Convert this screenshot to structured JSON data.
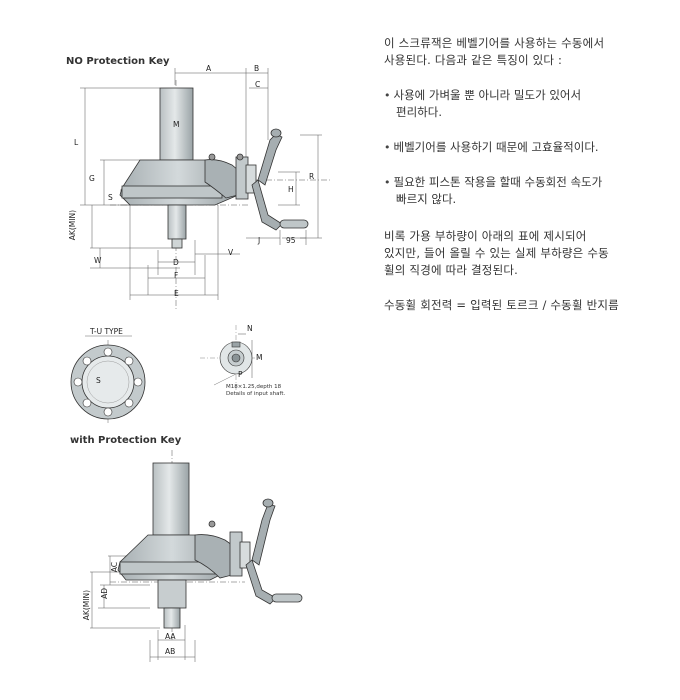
{
  "diagram_top": {
    "heading": "NO Protection Key",
    "labels": {
      "A": "A",
      "B": "B",
      "C": "C",
      "M": "M",
      "L": "L",
      "G": "G",
      "S": "S",
      "H": "H",
      "R": "R",
      "AK": "AK(MIN)",
      "W": "W",
      "J": "J",
      "d95": "95",
      "D": "D",
      "V": "V",
      "F": "F",
      "E": "E"
    }
  },
  "tu_type": {
    "label": "T-U TYPE",
    "s_label": "S"
  },
  "shaft_detail": {
    "labels": {
      "N": "N",
      "M": "M",
      "P": "P"
    },
    "note_line1": "M18×1.25,depth 18",
    "note_line2": "Details of input shaft."
  },
  "diagram_bottom": {
    "heading": "with Protection Key",
    "labels": {
      "AC": "AC",
      "AK": "AK(MIN)",
      "AD": "AD",
      "AA": "AA",
      "AB": "AB"
    }
  },
  "text": {
    "intro_line1": "이 스크류잭은 베벨기어를 사용하는 수동에서",
    "intro_line2": "사용된다. 다음과 같은 특징이 있다 :",
    "bullets": [
      {
        "line1": "사용에 가벼울 뿐 아니라 밀도가 있어서",
        "line2": "편리하다."
      },
      {
        "line1": "베벨기어를 사용하기 때문에 고효율적이다.",
        "line2": ""
      },
      {
        "line1": "필요한 피스톤 작용을 할때 수동회전 속도가",
        "line2": "빠르지 않다."
      }
    ],
    "para_line1": "비록 가용 부하량이 아래의 표에 제시되어",
    "para_line2": "있지만, 들어 올릴 수 있는 실제 부하량은 수동",
    "para_line3": "휠의 직경에 따라 결정된다.",
    "formula": "수동휠 회전력 = 입력된 토르크 / 수동휠 반지름"
  }
}
